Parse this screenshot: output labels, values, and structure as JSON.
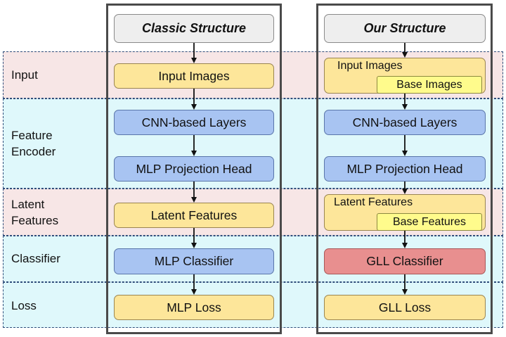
{
  "headers": {
    "classic": "Classic Structure",
    "ours": "Our Structure"
  },
  "rows": {
    "input": "Input",
    "encoder": [
      "Feature",
      "Encoder"
    ],
    "latent": [
      "Latent",
      "Features"
    ],
    "classifier": "Classifier",
    "loss": "Loss"
  },
  "classic": {
    "input": "Input Images",
    "cnn": "CNN-based Layers",
    "mlp_head": "MLP Projection Head",
    "latent": "Latent Features",
    "classifier": "MLP Classifier",
    "loss": "MLP Loss"
  },
  "ours": {
    "input": "Input Images",
    "input_inner": "Base Images",
    "cnn": "CNN-based Layers",
    "mlp_head": "MLP Projection Head",
    "latent": "Latent Features",
    "latent_inner": "Base Features",
    "classifier": "GLL Classifier",
    "loss": "GLL Loss"
  },
  "colors": {
    "yellow_box": "#fde69a",
    "blue_box": "#a8c4f2",
    "red_box": "#e88f8f",
    "inner_box": "#fffb8c",
    "pink_band": "#f7e6e6",
    "cyan_band": "#dff8fb"
  }
}
